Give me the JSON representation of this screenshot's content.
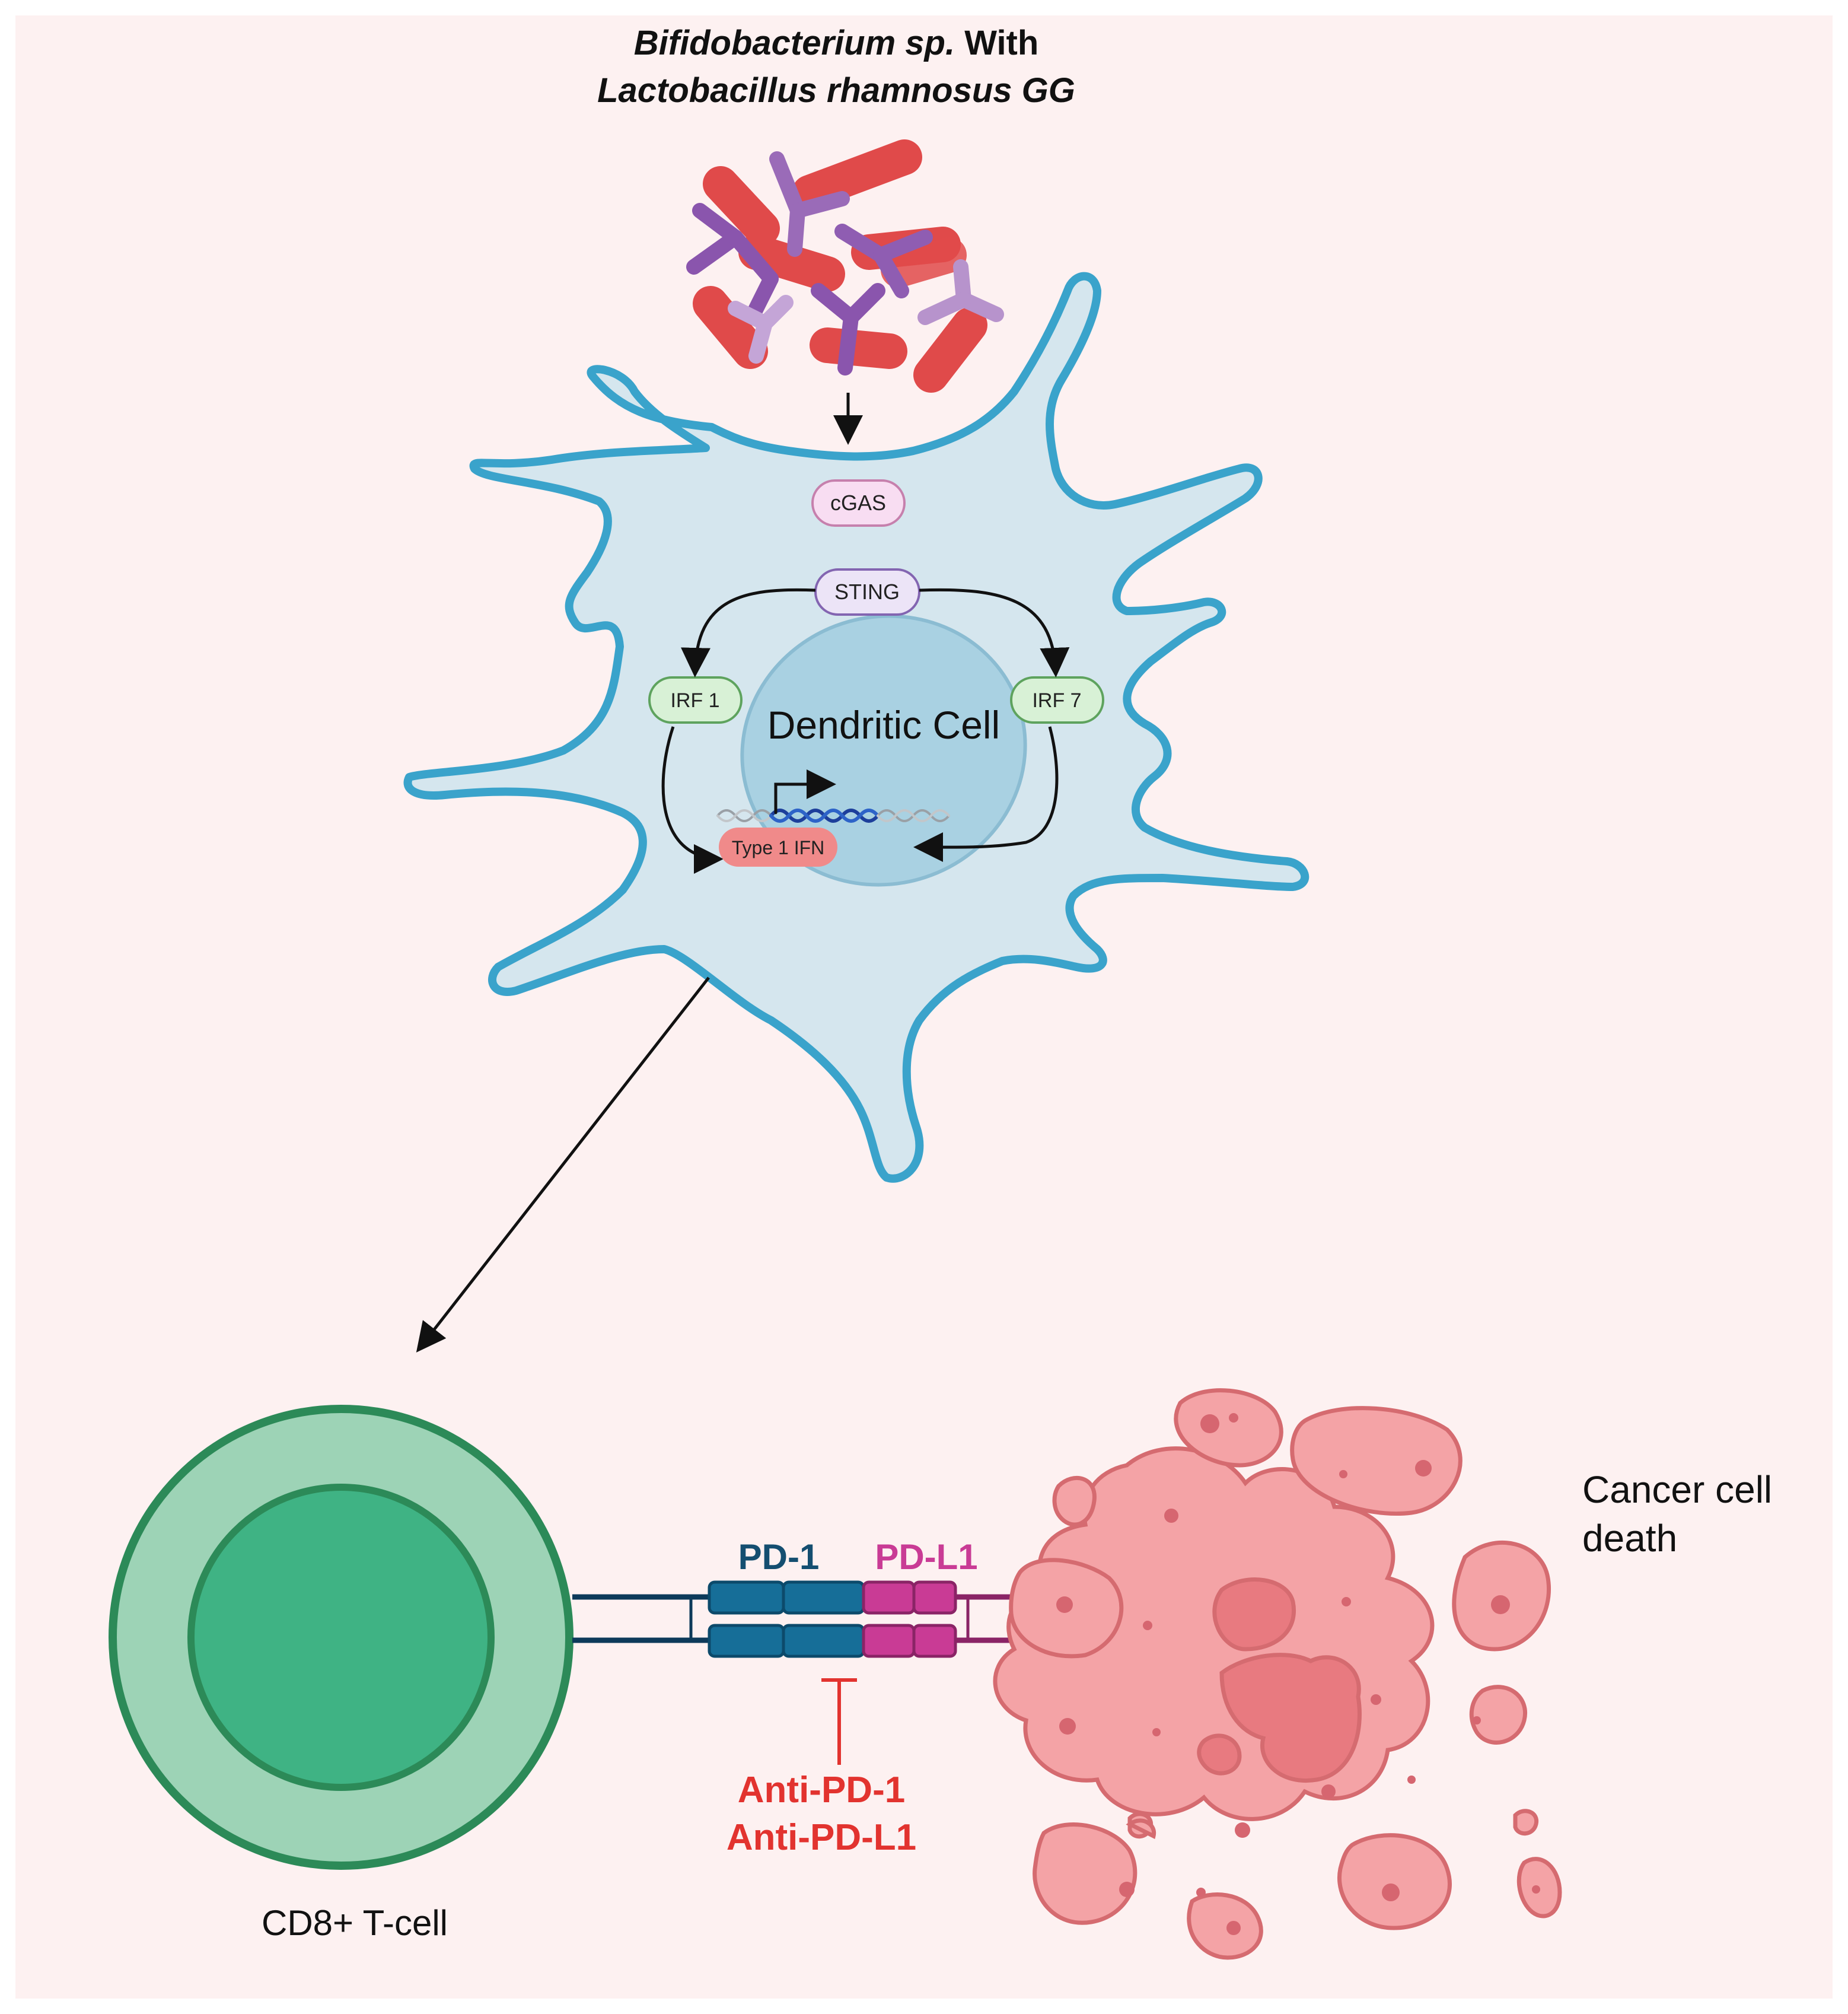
{
  "title": {
    "line1_italic": "Bifidobacterium sp.",
    "line1_rest": " With",
    "line2": "Lactobacillus rhamnosus GG"
  },
  "dendritic_cell": {
    "label": "Dendritic Cell",
    "cgas": "cGAS",
    "sting": "STING",
    "irf1": "IRF 1",
    "irf7": "IRF 7",
    "ifn": "Type 1 IFN"
  },
  "tcell": {
    "label": "CD8+ T-cell"
  },
  "receptors": {
    "pd1": "PD-1",
    "pdl1": "PD-L1"
  },
  "inhibitors": {
    "line1": "Anti-PD-1",
    "line2": "Anti-PD-L1"
  },
  "cancer": {
    "line1": "Cancer cell",
    "line2": "death"
  },
  "colors": {
    "background": "#fdf1f1",
    "cell_fill": "#d5e6ee",
    "cell_stroke": "#3aa3cb",
    "nucleus": "#a9d1e2",
    "bacteria_red": "#e04a4a",
    "bacteria_purple": "#9a6bb8",
    "tcell_outer": "#9dd3b6",
    "tcell_inner": "#3fb384",
    "tcell_stroke": "#2c8a58",
    "pd1": "#166e98",
    "pdl1": "#c93b95",
    "inhibitor": "#e2332f",
    "cancer_fill": "#f4a3a6",
    "cancer_stroke": "#d56b70"
  }
}
